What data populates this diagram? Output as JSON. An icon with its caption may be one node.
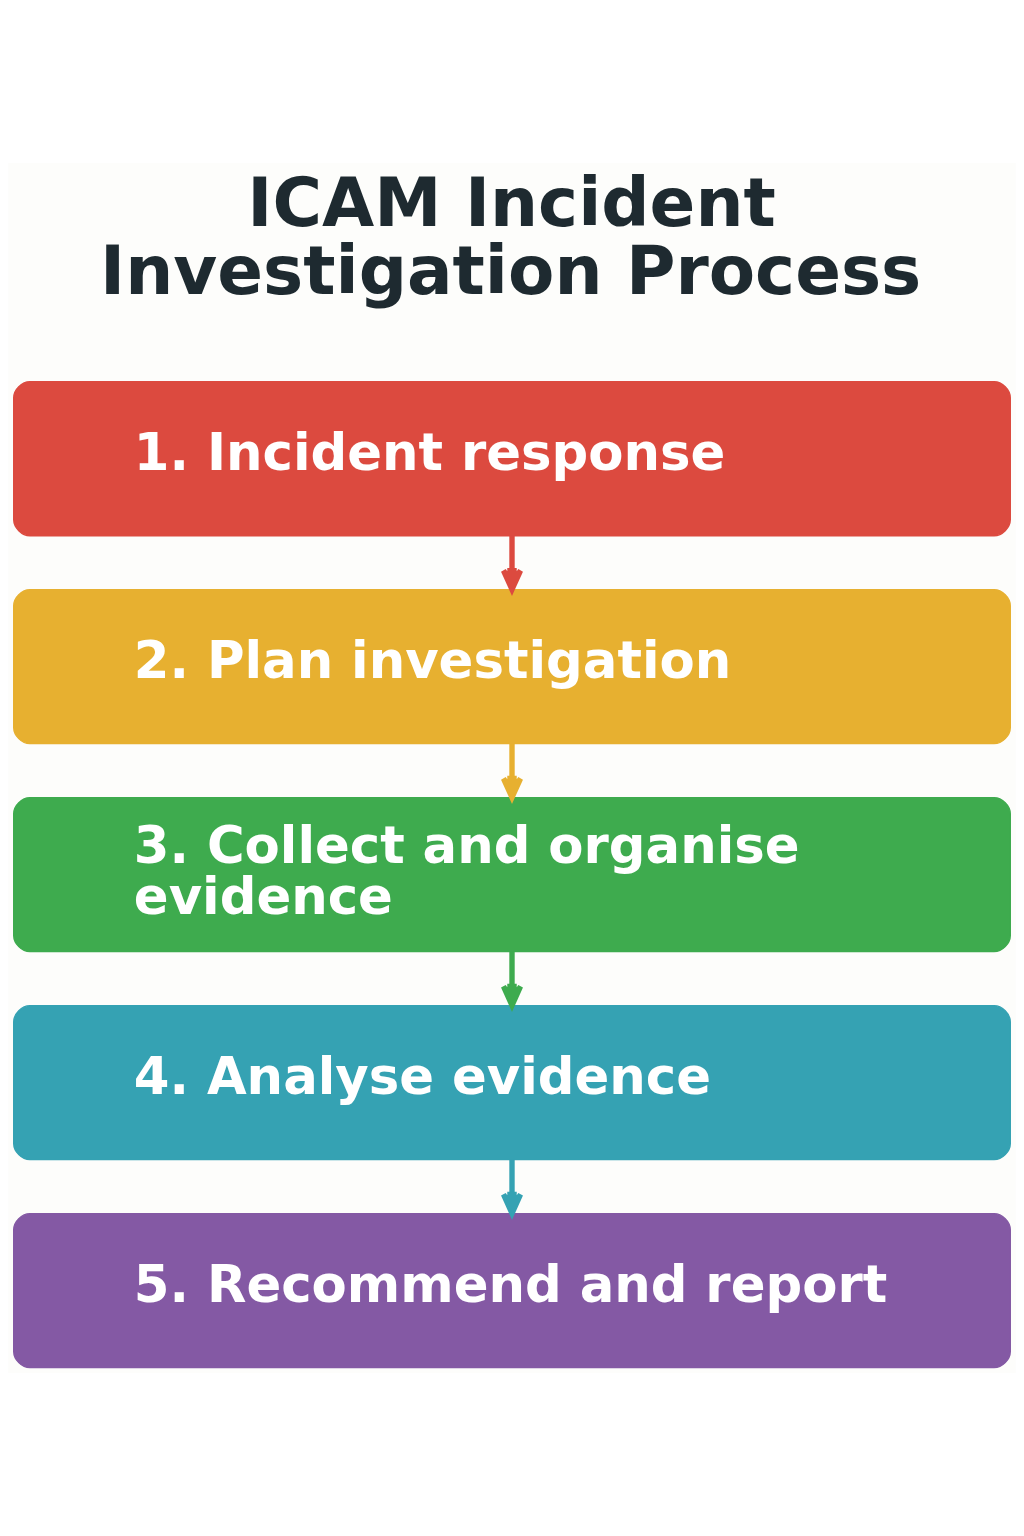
{
  "diagram": {
    "title": "ICAM Incident Investigation Process",
    "nodes": [
      {
        "text": [
          "1. Incident response"
        ]
      },
      {
        "text": [
          "2. Plan investigation"
        ]
      },
      {
        "text": [
          "3. Collect and organise evidence"
        ]
      },
      {
        "text": [
          "4. Analyse evidence"
        ]
      },
      {
        "text": [
          "5. Recommend and report"
        ]
      }
    ],
    "edges": [
      {
        "from": 0,
        "to": 1,
        "arrow": "to",
        "color": "#dc4a3f"
      },
      {
        "from": 1,
        "to": 2,
        "arrow": "to",
        "color": "#e7b030"
      },
      {
        "from": 2,
        "to": 3,
        "arrow": "to",
        "color": "#3eab4e"
      },
      {
        "from": 3,
        "to": 4,
        "arrow": "to",
        "color": "#35a2b3"
      }
    ]
  }
}
